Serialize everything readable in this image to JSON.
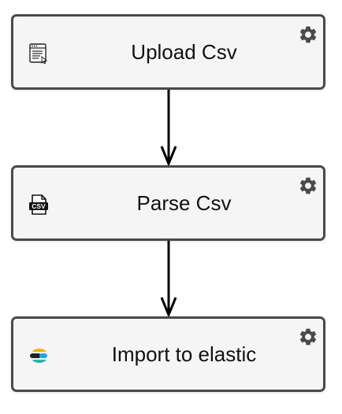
{
  "nodes": [
    {
      "label": "Upload Csv",
      "icon": "upload-form-icon"
    },
    {
      "label": "Parse Csv",
      "icon": "csv-file-icon"
    },
    {
      "label": "Import to elastic",
      "icon": "elastic-logo-icon"
    }
  ],
  "edges": [
    {
      "from": "Upload Csv",
      "to": "Parse Csv"
    },
    {
      "from": "Parse Csv",
      "to": "Import to elastic"
    }
  ],
  "colors": {
    "node_fill": "#f5f5f5",
    "node_border": "#4a4a4a",
    "edge": "#000000",
    "gear": "#4a4a4a",
    "elastic_yellow": "#f0b400",
    "elastic_black": "#222222",
    "elastic_teal": "#2cb5a8"
  }
}
